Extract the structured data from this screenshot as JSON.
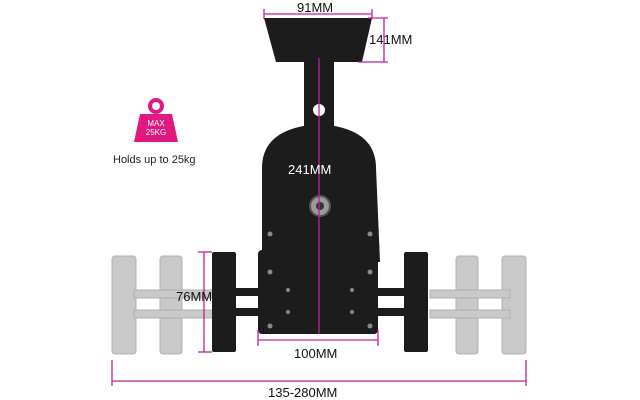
{
  "dimensions": {
    "top_plate_width": "91MM",
    "top_plate_depth": "141MM",
    "disc_diameter": "241MM",
    "clamp_height": "76MM",
    "inner_width": "100MM",
    "arm_span": "135-280MM"
  },
  "weight_badge": {
    "line1": "MAX",
    "line2": "25KG",
    "caption": "Holds up to 25kg",
    "color": "#e0187f"
  },
  "dimension_color": "#c0209a",
  "mount_color": "#1c1c1c"
}
